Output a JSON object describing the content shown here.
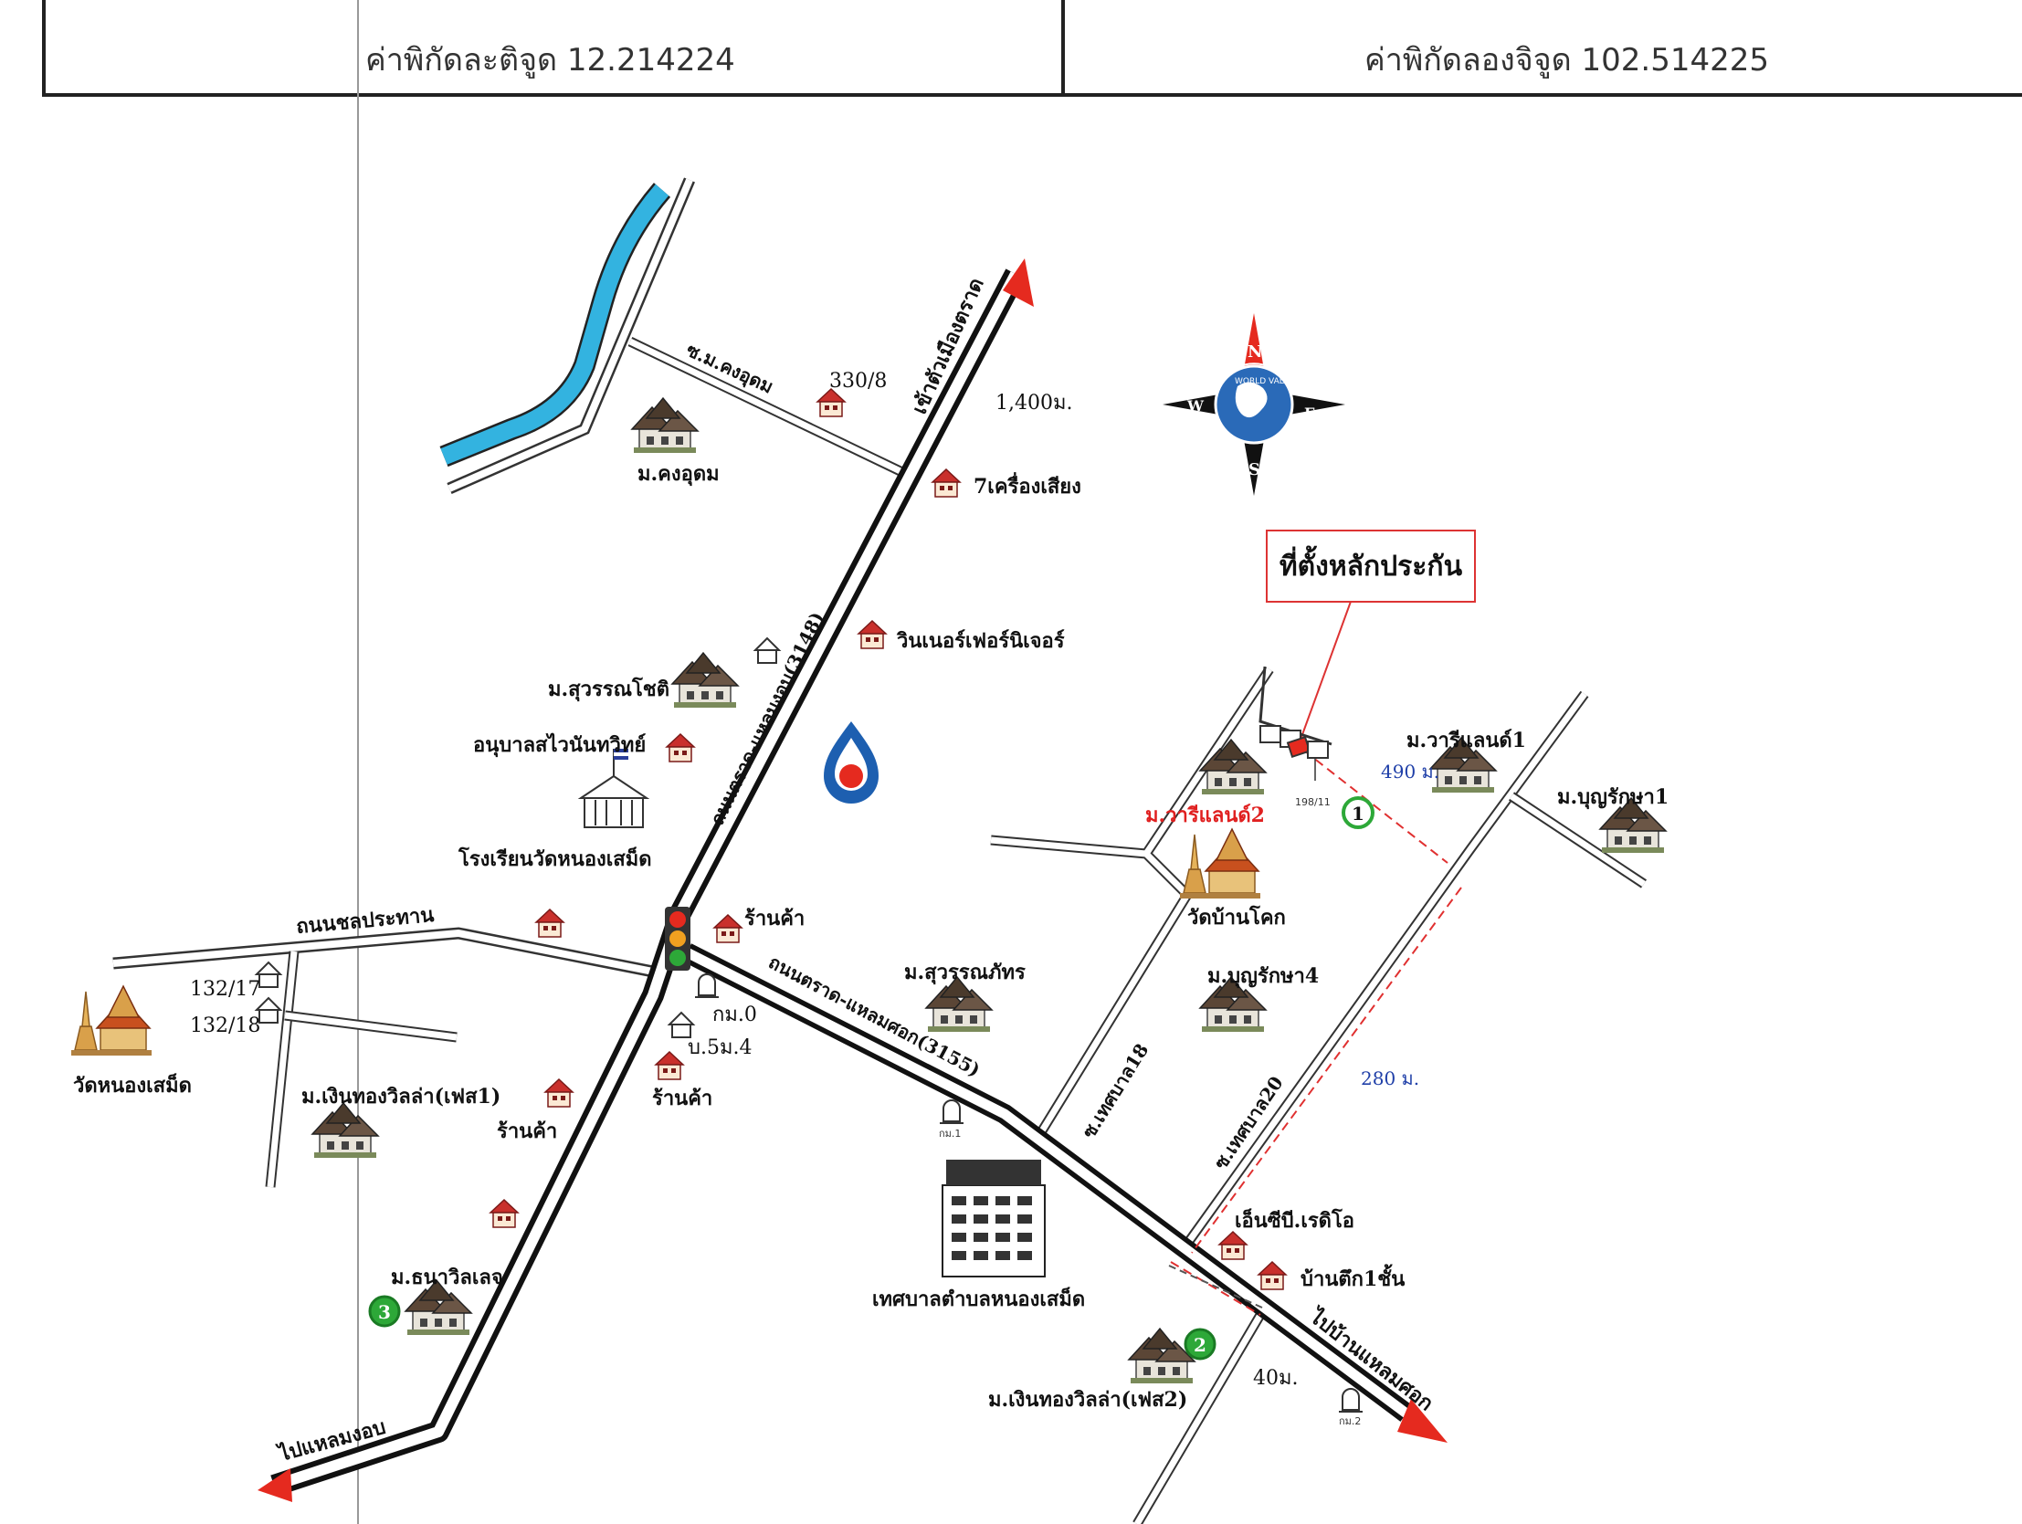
{
  "header": {
    "latitude": "ค่าพิกัดละติจูด 12.214224",
    "longitude": "ค่าพิกัดลองจิจูด 102.514225"
  },
  "callout": "ที่ตั้งหลักประกัน",
  "compass": {
    "n": "N",
    "s": "S",
    "e": "E",
    "w": "W",
    "globe_text": "WORLD VALUATION"
  },
  "roads": {
    "main_north": "เข้าตัวเมืองตราด",
    "main_road": "ถนนตราด-แหลมงอบ(3148)",
    "to_laem_ngop": "ไปแหลมงอบ",
    "second_road": "ถนนตราด-แหลมศอก(3155)",
    "to_laem_sok": "ไปบ้านแหลมศอก",
    "chonprathan": "ถนนชลประทาน",
    "soi_khong_udom": "ซ.ม.คงอุดม",
    "soi_18": "ซ.เทศบาล18",
    "soi_20": "ซ.เทศบาล20"
  },
  "places": {
    "khong_udom_village": "ม.คงอุดม",
    "house_330_8": "330/8",
    "dist_1400": "1,400ม.",
    "krueang_siang": "7เครื่องเสียง",
    "winner_furniture": "วินเนอร์เฟอร์นิเจอร์",
    "suwan_chot": "ม.สุวรรณโชติ",
    "anuban": "อนุบาลสไวนันทวิทย์",
    "school": "โรงเรียนวัดหนองเสม็ด",
    "shop1": "ร้านค้า",
    "km0": "กม.0",
    "b5m4": "บ.5ม.4",
    "shop2": "ร้านค้า",
    "shop3": "ร้านค้า",
    "addr_132_17": "132/17",
    "addr_132_18": "132/18",
    "wat_nong_samet": "วัดหนองเสม็ด",
    "ngoen_thong_1": "ม.เงินทองวิลล่า(เฟส1)",
    "thana_villa": "ม.ธนาวิลเลจ",
    "tessaban": "เทศบาลตำบลหนองเสม็ด",
    "suwan_phat": "ม.สุวรรณภัทร",
    "km1": "กม.1",
    "ngoen_thong_2": "ม.เงินทองวิลล่า(เฟส2)",
    "dist_40": "40ม.",
    "km_bottom": "กม.2",
    "nsb_credit": "เอ็นซีบี.เรดิโอ",
    "ban_tuek": "บ้านตึก1ชั้น",
    "wari_land_2": "ม.วารีแลนด์2",
    "wari_land_1": "ม.วารีแลนด์1",
    "wat_ban_khok": "วัดบ้านโคก",
    "bunrak_4": "ม.บุญรักษา4",
    "bunrak_1": "ม.บุญรักษา1",
    "dist_490": "490 ม.",
    "dist_280": "280 ม.",
    "plot_no": "198/11",
    "marker_1": "1",
    "marker_2": "2",
    "marker_3": "3"
  },
  "colors": {
    "river": "#33b3e0",
    "arrow": "#e52a1f",
    "marker": "#2da838",
    "accent_red": "#d62b2b"
  }
}
